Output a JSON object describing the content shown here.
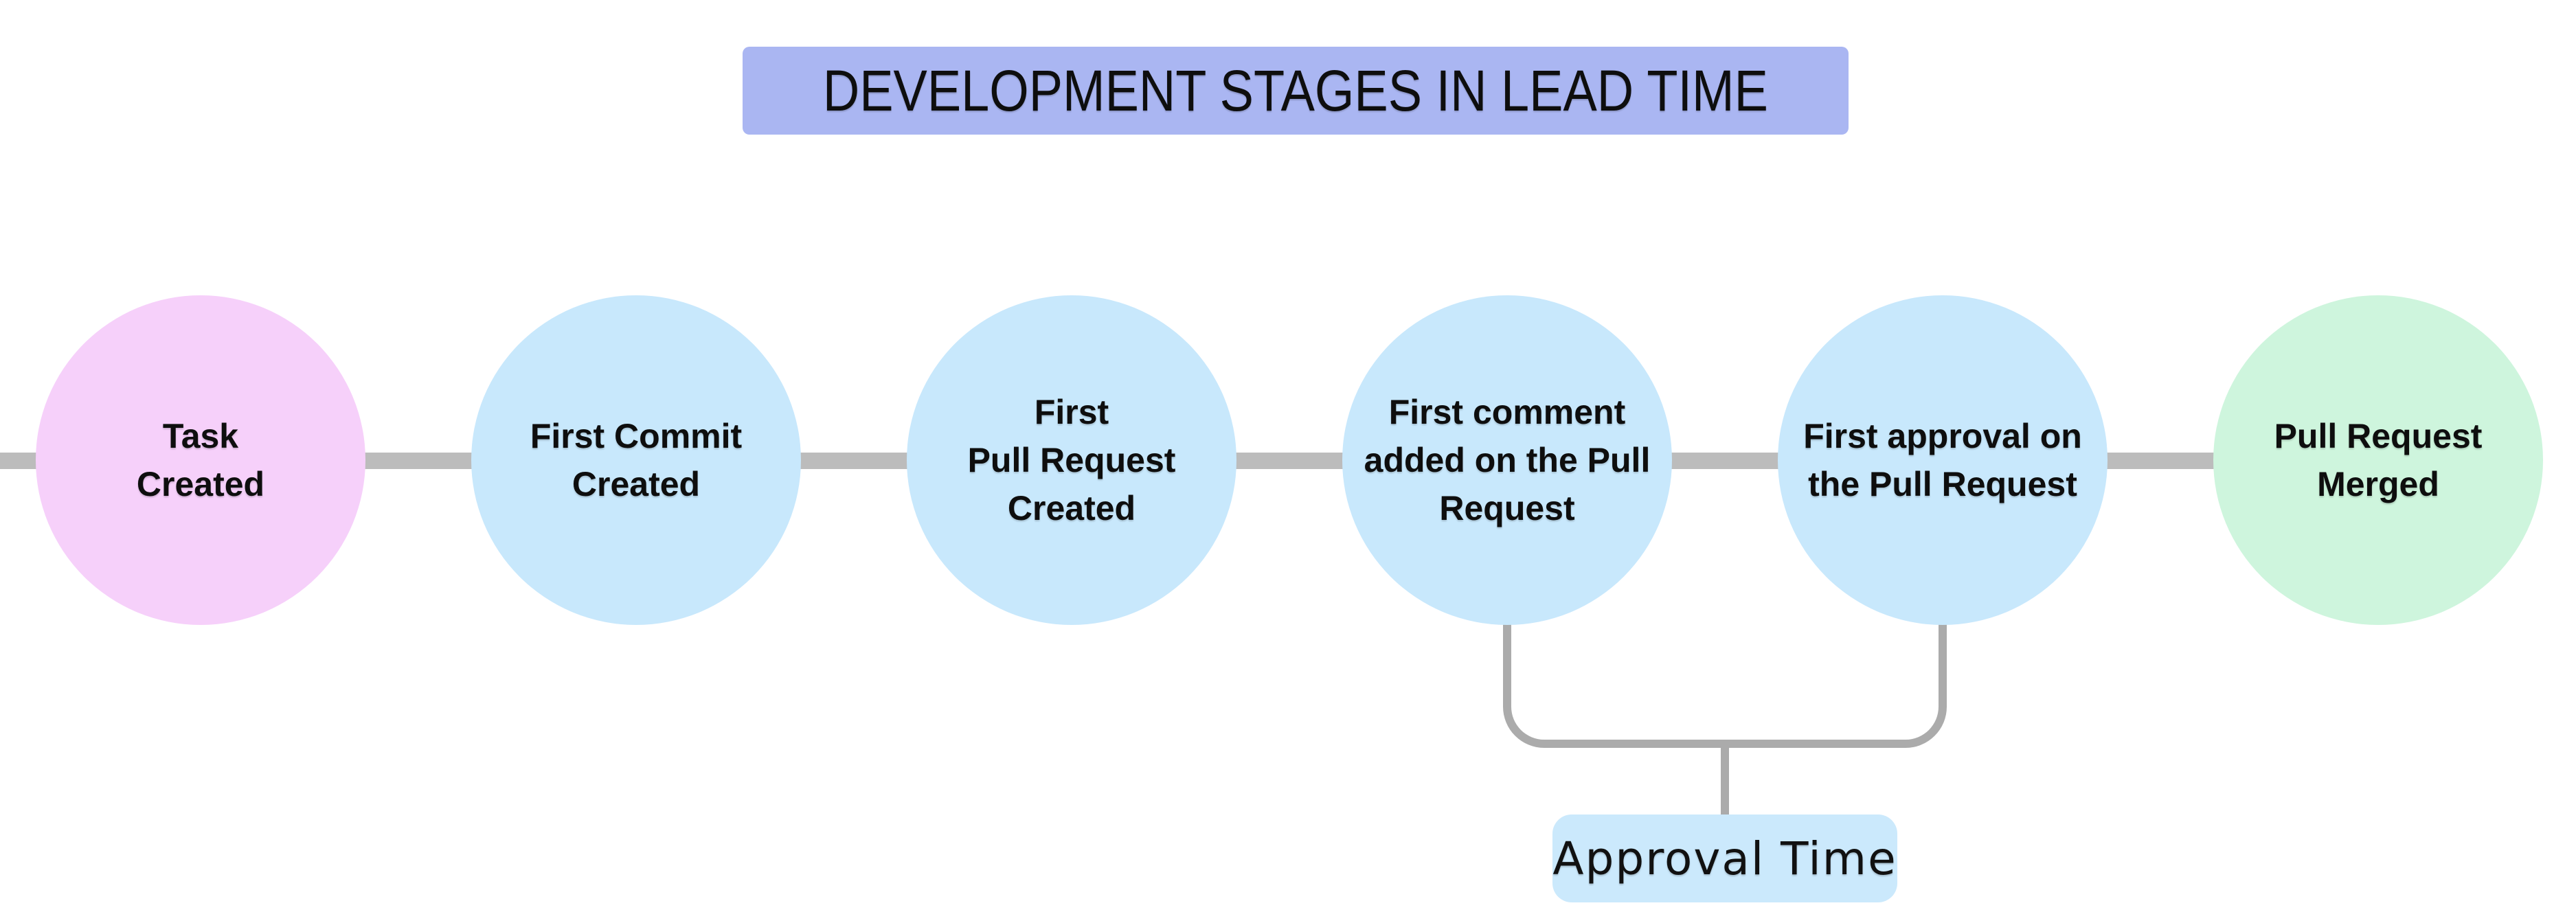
{
  "title": {
    "text": "DEVELOPMENT STAGES IN LEAD TIME",
    "bg": "#aab6f2"
  },
  "stages": [
    {
      "lines": [
        "Task",
        "Created"
      ],
      "color": "#f6d0fa"
    },
    {
      "lines": [
        "First Commit",
        "Created"
      ],
      "color": "#c8e8fc"
    },
    {
      "lines": [
        "First",
        "Pull Request",
        "Created"
      ],
      "color": "#c8e8fc"
    },
    {
      "lines": [
        "First comment",
        "added on the Pull",
        "Request"
      ],
      "color": "#c8e8fc"
    },
    {
      "lines": [
        "First approval on",
        "the Pull Request"
      ],
      "color": "#c8e8fc"
    },
    {
      "lines": [
        "Pull Request",
        "Merged"
      ],
      "color": "#cef5dd"
    }
  ],
  "annotation": {
    "label": "Approval Time",
    "bg": "#cbe9fc"
  },
  "colors": {
    "connector": "#bcbcbc",
    "bracket": "#ababab"
  }
}
